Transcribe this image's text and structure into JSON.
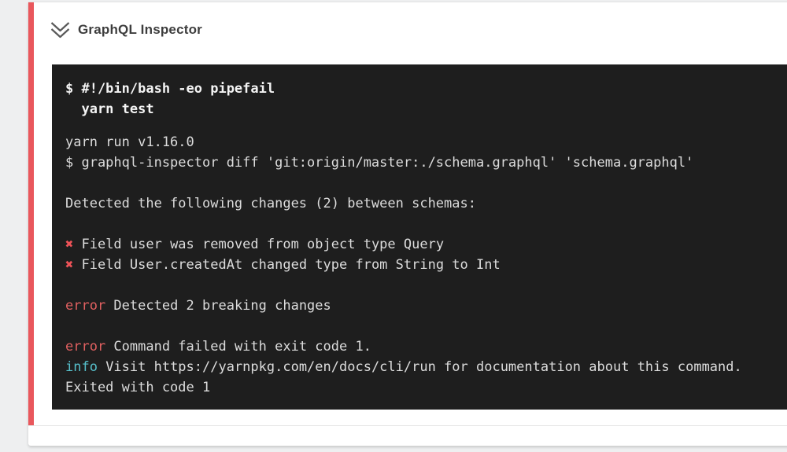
{
  "page": {
    "background_color": "#eeeff0"
  },
  "step": {
    "title": "GraphQL Inspector",
    "accent_color": "#e9575c",
    "icon": "chevron-double-down",
    "icon_color": "#5a5a5a",
    "divider_color": "#e6e6e6"
  },
  "terminal": {
    "background": "#1e1e1e",
    "colors": {
      "text": "#dcdcdc",
      "bold": "#f4f4f4",
      "error": "#e06060",
      "info": "#56bfca",
      "cross": "#ee5358"
    },
    "command_lines": [
      [
        {
          "t": "$ #!/bin/bash -eo pipefail",
          "s": "bold"
        }
      ],
      [
        {
          "t": "  yarn test",
          "s": "bold"
        }
      ]
    ],
    "output_lines": [
      [
        {
          "t": "yarn run v1.16.0"
        }
      ],
      [
        {
          "t": "$ graphql-inspector diff 'git:origin/master:./schema.graphql' 'schema.graphql'"
        }
      ],
      [],
      [
        {
          "t": "Detected the following changes (2) between schemas:"
        }
      ],
      [],
      [
        {
          "t": "✖",
          "s": "cross"
        },
        {
          "t": " Field user was removed from object type Query"
        }
      ],
      [
        {
          "t": "✖",
          "s": "cross"
        },
        {
          "t": " Field User.createdAt changed type from String to Int"
        }
      ],
      [],
      [
        {
          "t": "error",
          "s": "error"
        },
        {
          "t": " Detected 2 breaking changes"
        }
      ],
      [],
      [
        {
          "t": "error",
          "s": "error"
        },
        {
          "t": " Command failed with exit code 1."
        }
      ],
      [
        {
          "t": "info",
          "s": "info"
        },
        {
          "t": " Visit https://yarnpkg.com/en/docs/cli/run for documentation about this command."
        }
      ],
      [
        {
          "t": "Exited with code 1"
        }
      ]
    ]
  }
}
